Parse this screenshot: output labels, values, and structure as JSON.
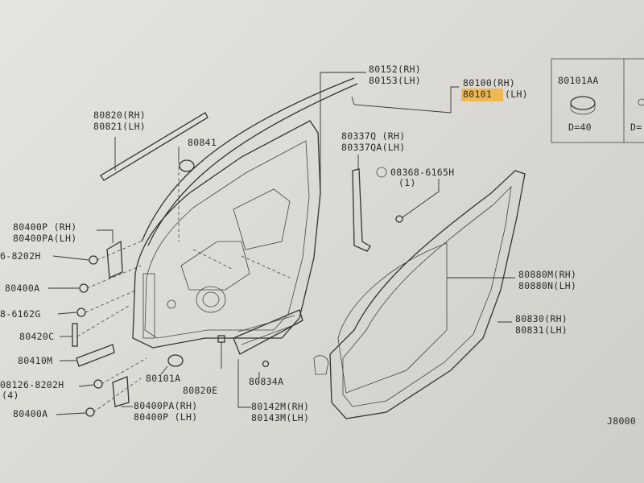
{
  "labels": {
    "p80152": "80152(RH)",
    "p80153": "80153(LH)",
    "p80100": "80100(RH)",
    "p80101": "80101",
    "p80101_lh": "(LH)",
    "p80820": "80820(RH)",
    "p80821": "80821(LH)",
    "p80841": "80841",
    "p80337q": "80337Q (RH)",
    "p80337qa": "80337QA(LH)",
    "p08368": "08368-6165H",
    "p08368_qty": "(1)",
    "p80400p": "80400P (RH)",
    "p80400pa": "80400PA(LH)",
    "p8202h_top": "6-8202H",
    "p80400a_top": "80400A",
    "p6162g": "8-6162G",
    "p80420c": "80420C",
    "p80410m": "80410M",
    "p08126": "08126-8202H",
    "p08126_qty": "(4)",
    "p80400a_bot": "80400A",
    "p80101a": "80101A",
    "p80820e": "80820E",
    "p80400pa_b": "80400PA(RH)",
    "p80400p_b": "80400P (LH)",
    "p80142m": "80142M(RH)",
    "p80143m": "80143M(LH)",
    "p80834a": "80834A",
    "p80880m": "80880M(RH)",
    "p80880n": "80880N(LH)",
    "p80830": "80830(RH)",
    "p80831": "80831(LH)",
    "inset_a": "80101AA",
    "inset_d": "D=40",
    "inset_b_d": "D=",
    "ref": "J8000"
  },
  "colors": {
    "highlight": "#f3b33a",
    "ink": "#333333"
  }
}
